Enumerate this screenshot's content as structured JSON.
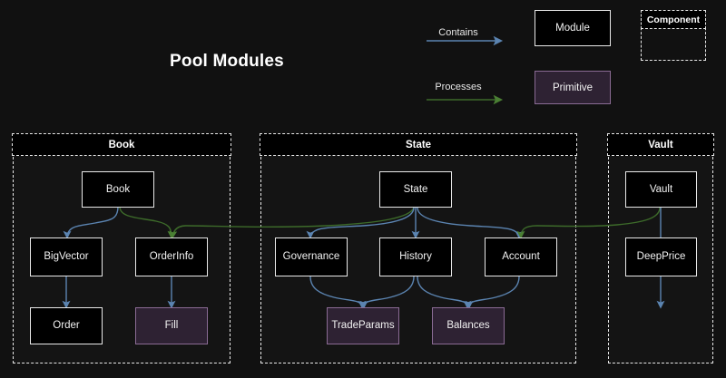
{
  "title": "Pool Modules",
  "colors": {
    "background": "#111111",
    "group_background": "#141414",
    "module_fill": "#000000",
    "module_border": "#e9e9e9",
    "primitive_fill": "#2e2233",
    "primitive_border": "#8a6b94",
    "contains_edge": "#5b84b1",
    "processes_edge": "#3d6b2a",
    "text": "#f2f2f2"
  },
  "legend": {
    "contains_label": "Contains",
    "processes_label": "Processes",
    "module_label": "Module",
    "primitive_label": "Primitive",
    "component_label": "Component"
  },
  "groups": [
    {
      "id": "book",
      "label": "Book"
    },
    {
      "id": "state",
      "label": "State"
    },
    {
      "id": "vault",
      "label": "Vault"
    }
  ],
  "nodes": [
    {
      "id": "book",
      "label": "Book",
      "type": "module",
      "group": "book"
    },
    {
      "id": "bigvector",
      "label": "BigVector",
      "type": "module",
      "group": "book"
    },
    {
      "id": "orderinfo",
      "label": "OrderInfo",
      "type": "module",
      "group": "book"
    },
    {
      "id": "order",
      "label": "Order",
      "type": "module",
      "group": "book"
    },
    {
      "id": "fill",
      "label": "Fill",
      "type": "primitive",
      "group": "book"
    },
    {
      "id": "state",
      "label": "State",
      "type": "module",
      "group": "state"
    },
    {
      "id": "governance",
      "label": "Governance",
      "type": "module",
      "group": "state"
    },
    {
      "id": "history",
      "label": "History",
      "type": "module",
      "group": "state"
    },
    {
      "id": "account",
      "label": "Account",
      "type": "module",
      "group": "state"
    },
    {
      "id": "tradeparams",
      "label": "TradeParams",
      "type": "primitive",
      "group": "state"
    },
    {
      "id": "balances",
      "label": "Balances",
      "type": "primitive",
      "group": "state"
    },
    {
      "id": "vault",
      "label": "Vault",
      "type": "module",
      "group": "vault"
    },
    {
      "id": "deepprice",
      "label": "DeepPrice",
      "type": "module",
      "group": "vault"
    }
  ],
  "edges": [
    {
      "from": "book",
      "to": "bigvector",
      "kind": "contains"
    },
    {
      "from": "book",
      "to": "orderinfo",
      "kind": "processes"
    },
    {
      "from": "bigvector",
      "to": "order",
      "kind": "contains"
    },
    {
      "from": "orderinfo",
      "to": "fill",
      "kind": "contains"
    },
    {
      "from": "state",
      "to": "governance",
      "kind": "contains"
    },
    {
      "from": "state",
      "to": "history",
      "kind": "contains"
    },
    {
      "from": "state",
      "to": "account",
      "kind": "contains"
    },
    {
      "from": "state",
      "to": "orderinfo",
      "kind": "processes"
    },
    {
      "from": "governance",
      "to": "tradeparams",
      "kind": "contains"
    },
    {
      "from": "history",
      "to": "tradeparams",
      "kind": "contains"
    },
    {
      "from": "history",
      "to": "balances",
      "kind": "contains"
    },
    {
      "from": "account",
      "to": "balances",
      "kind": "contains"
    },
    {
      "from": "vault",
      "to": "deepprice",
      "kind": "contains"
    },
    {
      "from": "vault",
      "to": "account",
      "kind": "processes"
    }
  ]
}
